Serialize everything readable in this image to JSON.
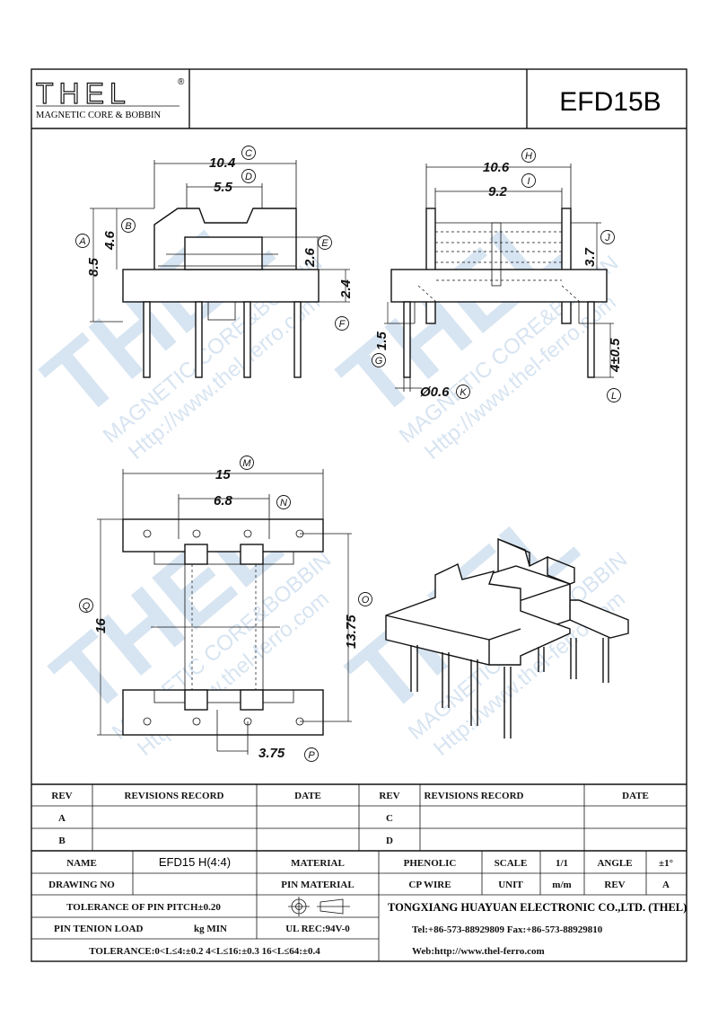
{
  "brand": {
    "logo_text": "THEL",
    "registered_mark": "®",
    "tagline": "MAGNETIC CORE & BOBBIN"
  },
  "part_number": "EFD15B",
  "watermark": {
    "brand": "THEL",
    "line1": "MAGNETIC CORE&BOBBIN",
    "line2": "Http://www.thel-ferro.com"
  },
  "dimensions": {
    "A": {
      "label": "A",
      "value": "8.5"
    },
    "B": {
      "label": "B",
      "value": "4.6"
    },
    "C": {
      "label": "C",
      "value": "10.4"
    },
    "D": {
      "label": "D",
      "value": "5.5"
    },
    "E": {
      "label": "E",
      "value": "2.6"
    },
    "F": {
      "label": "F",
      "value": "2.4"
    },
    "G": {
      "label": "G",
      "value": "1.5"
    },
    "H": {
      "label": "H",
      "value": "10.6"
    },
    "I": {
      "label": "I",
      "value": "9.2"
    },
    "J": {
      "label": "J",
      "value": "3.7"
    },
    "K": {
      "label": "K",
      "value": "Ø0.6"
    },
    "L": {
      "label": "L",
      "value": "4±0.5"
    },
    "M": {
      "label": "M",
      "value": "15"
    },
    "N": {
      "label": "N",
      "value": "6.8"
    },
    "O": {
      "label": "O",
      "value": "13.75"
    },
    "P": {
      "label": "P",
      "value": "3.75"
    },
    "Q": {
      "label": "Q",
      "value": "16"
    }
  },
  "revisions": {
    "headers": [
      "REV",
      "REVISIONS RECORD",
      "DATE",
      "REV",
      "REVISIONS RECORD",
      "DATE"
    ],
    "left_rows": [
      "A",
      "B"
    ],
    "right_rows": [
      "C",
      "D"
    ]
  },
  "title_block": {
    "name_label": "NAME",
    "name_value": "EFD15 H(4:4)",
    "material_label": "MATERIAL",
    "material_value": "PHENOLIC",
    "scale_label": "SCALE",
    "scale_value": "1/1",
    "angle_label": "ANGLE",
    "angle_value": "±1°",
    "drawing_no_label": "DRAWING NO",
    "pin_material_label": "PIN MATERIAL",
    "pin_material_value": "CP WIRE",
    "unit_label": "UNIT",
    "unit_value": "m/m",
    "rev_label": "REV",
    "rev_value": "A",
    "pitch_tolerance": "TOLERANCE OF PIN PITCH±0.20",
    "pin_load_label": "PIN TENION LOAD",
    "pin_load_unit": "kg MIN",
    "ul": "UL REC:94V-0",
    "tolerance": "TOLERANCE:0<L≤4:±0.2  4<L≤16:±0.3  16<L≤64:±0.4",
    "company": "TONGXIANG HUAYUAN ELECTRONIC CO.,LTD.  (THEL)",
    "tel": "Tel:+86-573-88929809 Fax:+86-573-88929810",
    "web": "Web:http://www.thel-ferro.com"
  }
}
